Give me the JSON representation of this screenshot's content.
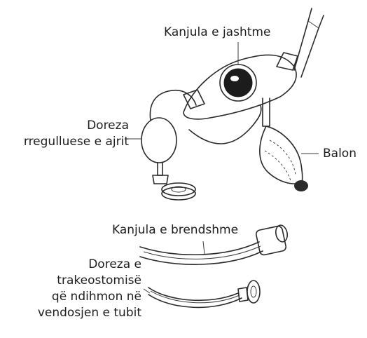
{
  "labels": {
    "outer_cannula": "Kanjula e jashtme",
    "air_cuff_line1": "Doreza",
    "air_cuff_line2": "rregulluese e ajrit",
    "balloon": "Balon",
    "inner_cannula": "Kanjula e brendshme",
    "obturator_line1": "Doreza e",
    "obturator_line2": "trakeostomisë",
    "obturator_line3": "që ndihmon në",
    "obturator_line4": "vendosjen e tubit"
  }
}
